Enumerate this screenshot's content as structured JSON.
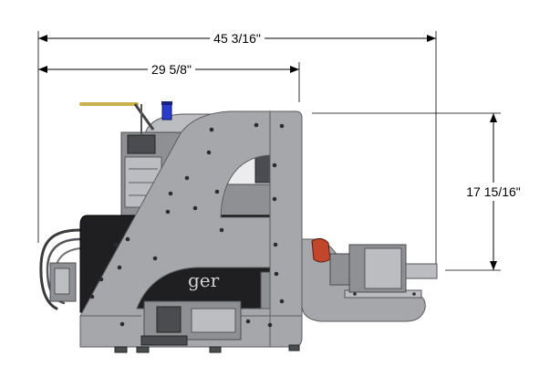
{
  "dimensions": {
    "top_width": "45 3/16\"",
    "inner_width": "29 5/8\"",
    "right_height": "17 15/16\""
  },
  "machine": {
    "lettering": "ger"
  },
  "colors": {
    "frame": "#a6a7ab",
    "frame_edge": "#5c5d61",
    "engine_block": "#1f1f21",
    "cap": "#2a3ccf",
    "handle": "#c9b04a",
    "coupling": "#c2462c",
    "dimension_line": "#000000"
  }
}
